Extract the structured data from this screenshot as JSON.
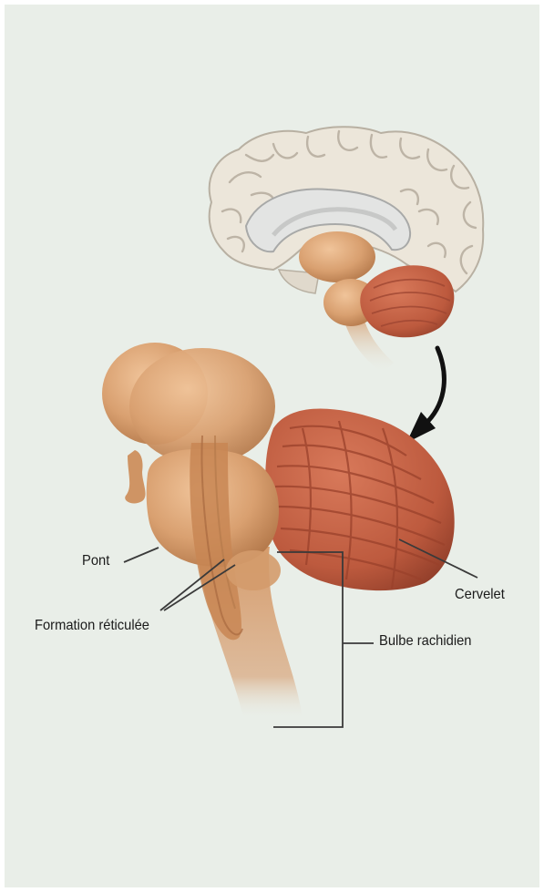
{
  "labels": {
    "pont": "Pont",
    "formation": "Formation réticulée",
    "cervelet": "Cervelet",
    "bulbe": "Bulbe rachidien"
  },
  "colors": {
    "background": "#e9eee8",
    "cortex": "#ece6da",
    "brainstem": "#d9a070",
    "cerebellum": "#c25f43",
    "leader_line": "#3a3a3a"
  }
}
